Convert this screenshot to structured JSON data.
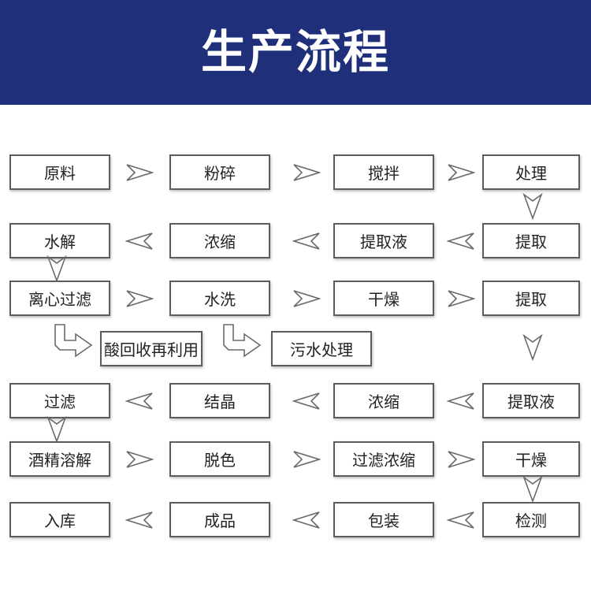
{
  "header": {
    "title": "生产流程",
    "background": "#1f2f7a"
  },
  "steps": {
    "r1c1": "原料",
    "r1c2": "粉碎",
    "r1c3": "搅拌",
    "r1c4": "处理",
    "r2c1": "水解",
    "r2c2": "浓缩",
    "r2c3": "提取液",
    "r2c4": "提取",
    "r3c1": "离心过滤",
    "r3c2": "水洗",
    "r3c3": "干燥",
    "r3c4": "提取",
    "side1": "酸回收再利用",
    "side2": "污水处理",
    "r4c1": "过滤",
    "r4c2": "结晶",
    "r4c3": "浓缩",
    "r4c4": "提取液",
    "r5c1": "酒精溶解",
    "r5c2": "脱色",
    "r5c3": "过滤浓缩",
    "r5c4": "干燥",
    "r6c1": "入库",
    "r6c2": "成品",
    "r6c3": "包装",
    "r6c4": "检测"
  },
  "icons": {
    "right": "arrow-right-icon",
    "left": "arrow-left-icon",
    "down": "arrow-down-icon",
    "bend": "bent-arrow-icon"
  }
}
